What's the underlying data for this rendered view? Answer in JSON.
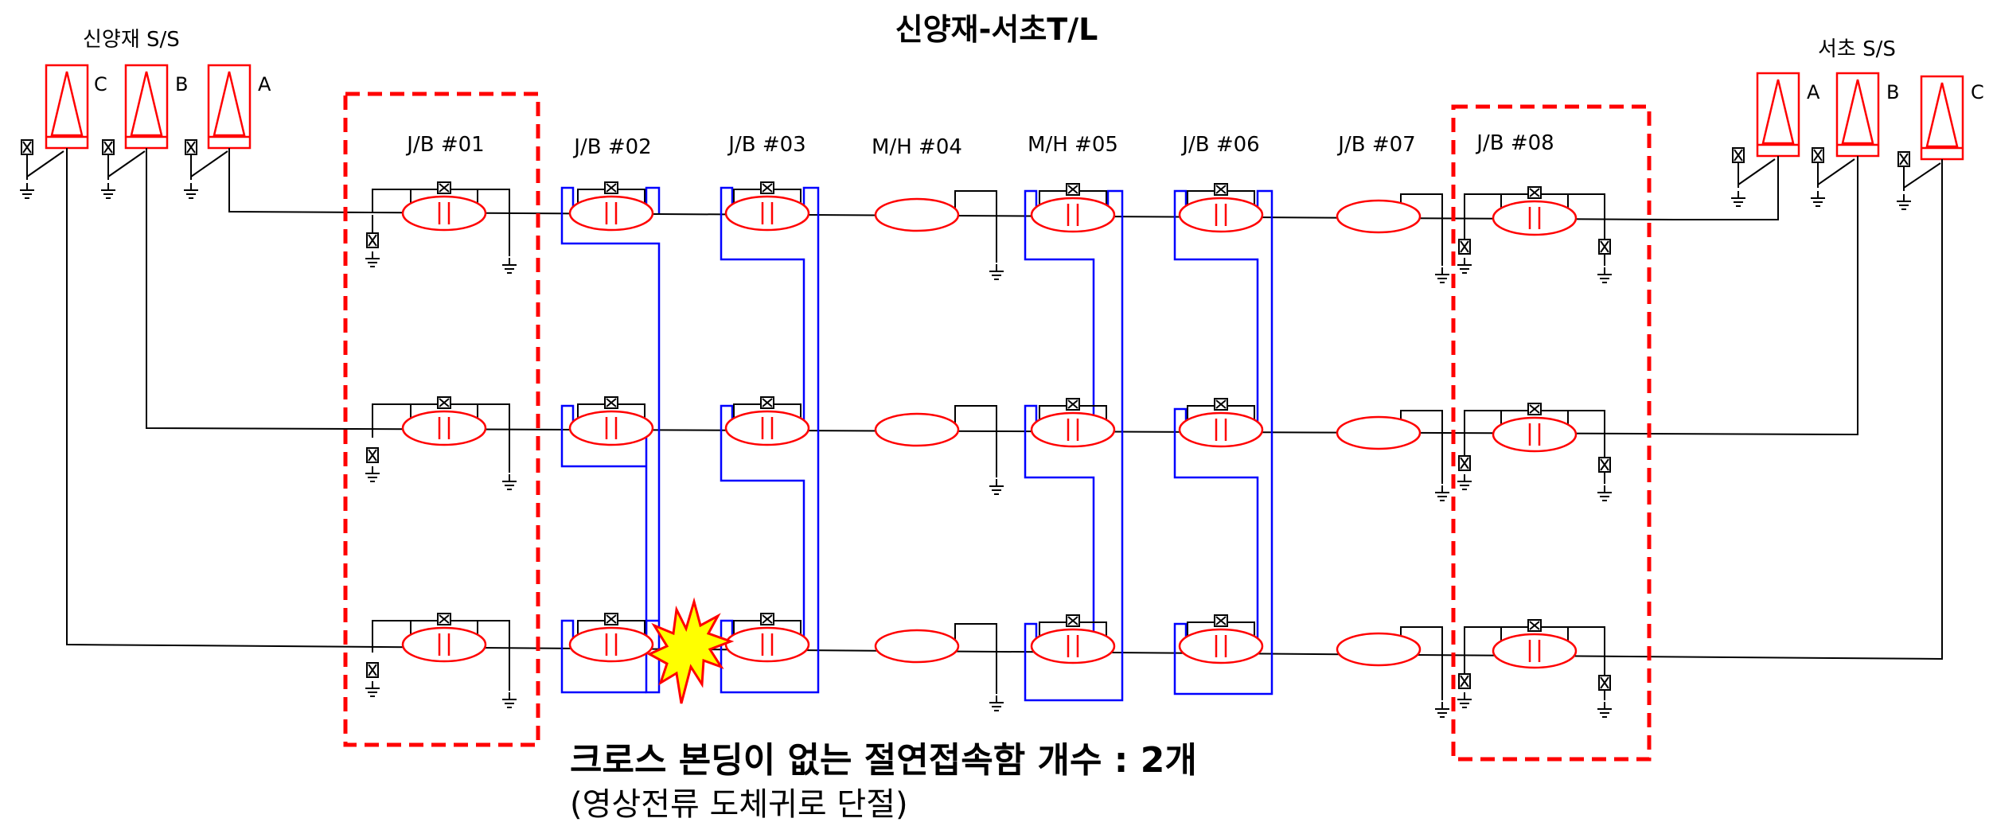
{
  "title": "신양재-서초T/L",
  "substations": {
    "left": {
      "name": "신양재 S/S",
      "phases": [
        "C",
        "B",
        "A"
      ]
    },
    "right": {
      "name": "서초 S/S",
      "phases": [
        "A",
        "B",
        "C"
      ]
    }
  },
  "joint_boxes": [
    "J/B #01",
    "J/B #02",
    "J/B #03",
    "M/H #04",
    "M/H #05",
    "J/B #06",
    "J/B #07",
    "J/B #08"
  ],
  "note": {
    "main": "크로스 본딩이 없는 절연접속함 개수 : 2개",
    "sub": "(영상전류 도체귀로 단절)"
  },
  "colors": {
    "cable": "#000000",
    "joint": "#ff0000",
    "cross_bonding": "#0000ff",
    "highlight_box": "#ff0000",
    "fault_fill": "#ffff00",
    "fault_stroke": "#ff0000"
  },
  "icons": [
    "transformer-icon",
    "grounding-switch-icon",
    "ground-icon",
    "fault-burst-icon"
  ]
}
